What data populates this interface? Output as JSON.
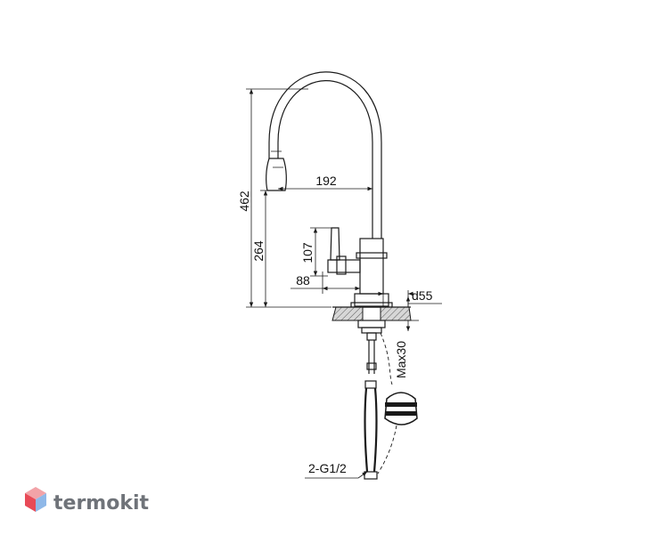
{
  "dimensions": {
    "total_height": "462",
    "body_height": "264",
    "spout_reach": "192",
    "handle_height": "107",
    "handle_reach": "88",
    "hole_diameter": "d55",
    "max_thickness": "Max30",
    "connection": "2-G1/2"
  },
  "logo": {
    "text": "termokit"
  },
  "colors": {
    "line": "#1a1a1a",
    "logo_text": "#6f7379",
    "logo_cube_top": "#f2a3a8",
    "logo_cube_left": "#e84a57",
    "logo_cube_right": "#8fb8e8"
  }
}
